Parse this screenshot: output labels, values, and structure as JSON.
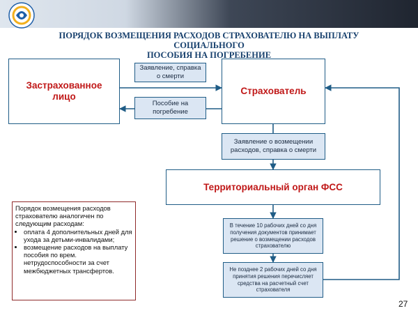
{
  "header": {
    "title_line1": "ПОРЯДОК ВОЗМЕЩЕНИЯ РАСХОДОВ СТРАХОВАТЕЛЮ НА ВЫПЛАТУ СОЦИАЛЬНОГО",
    "title_line2": "ПОСОБИЯ НА ПОГРЕБЕНИЕ"
  },
  "colors": {
    "box_border": "#1f5c86",
    "doc_fill": "#dbe6f3",
    "title_accent": "#c01818",
    "heading": "#17406d",
    "note_border": "#8f2a2a"
  },
  "nodes": {
    "insured_line1": "Застрахованное",
    "insured_line2": "лицо",
    "insurer": "Страхователь",
    "fss": "Территориальный орган ФСС"
  },
  "documents": {
    "application_line1": "Заявление, справка",
    "application_line2": "о смерти",
    "allowance_line1": "Пособие на",
    "allowance_line2": "погребение",
    "reimbursement_line1": "Заявление о возмещении",
    "reimbursement_line2": "расходов, справка о смерти",
    "decision": "В течение 10 рабочих дней со дня получения документов принимает решение о возмещении расходов страхователю",
    "transfer": "Не позднее 2 рабочих дней со дня принятия решения перечисляет средства на расчетный счет страхователя"
  },
  "note": {
    "intro": "Порядок возмещения расходов страхователю аналогичен по следующим расходам:",
    "items": [
      "оплата 4 дополнительных дней для ухода за детьми-инвалидами;",
      "возмещение расходов на выплату пособия по врем. нетрудоспособности за счет межбюджетных трансфертов."
    ]
  },
  "page_number": "27",
  "icons": {
    "logo": "fss-emblem-icon"
  }
}
